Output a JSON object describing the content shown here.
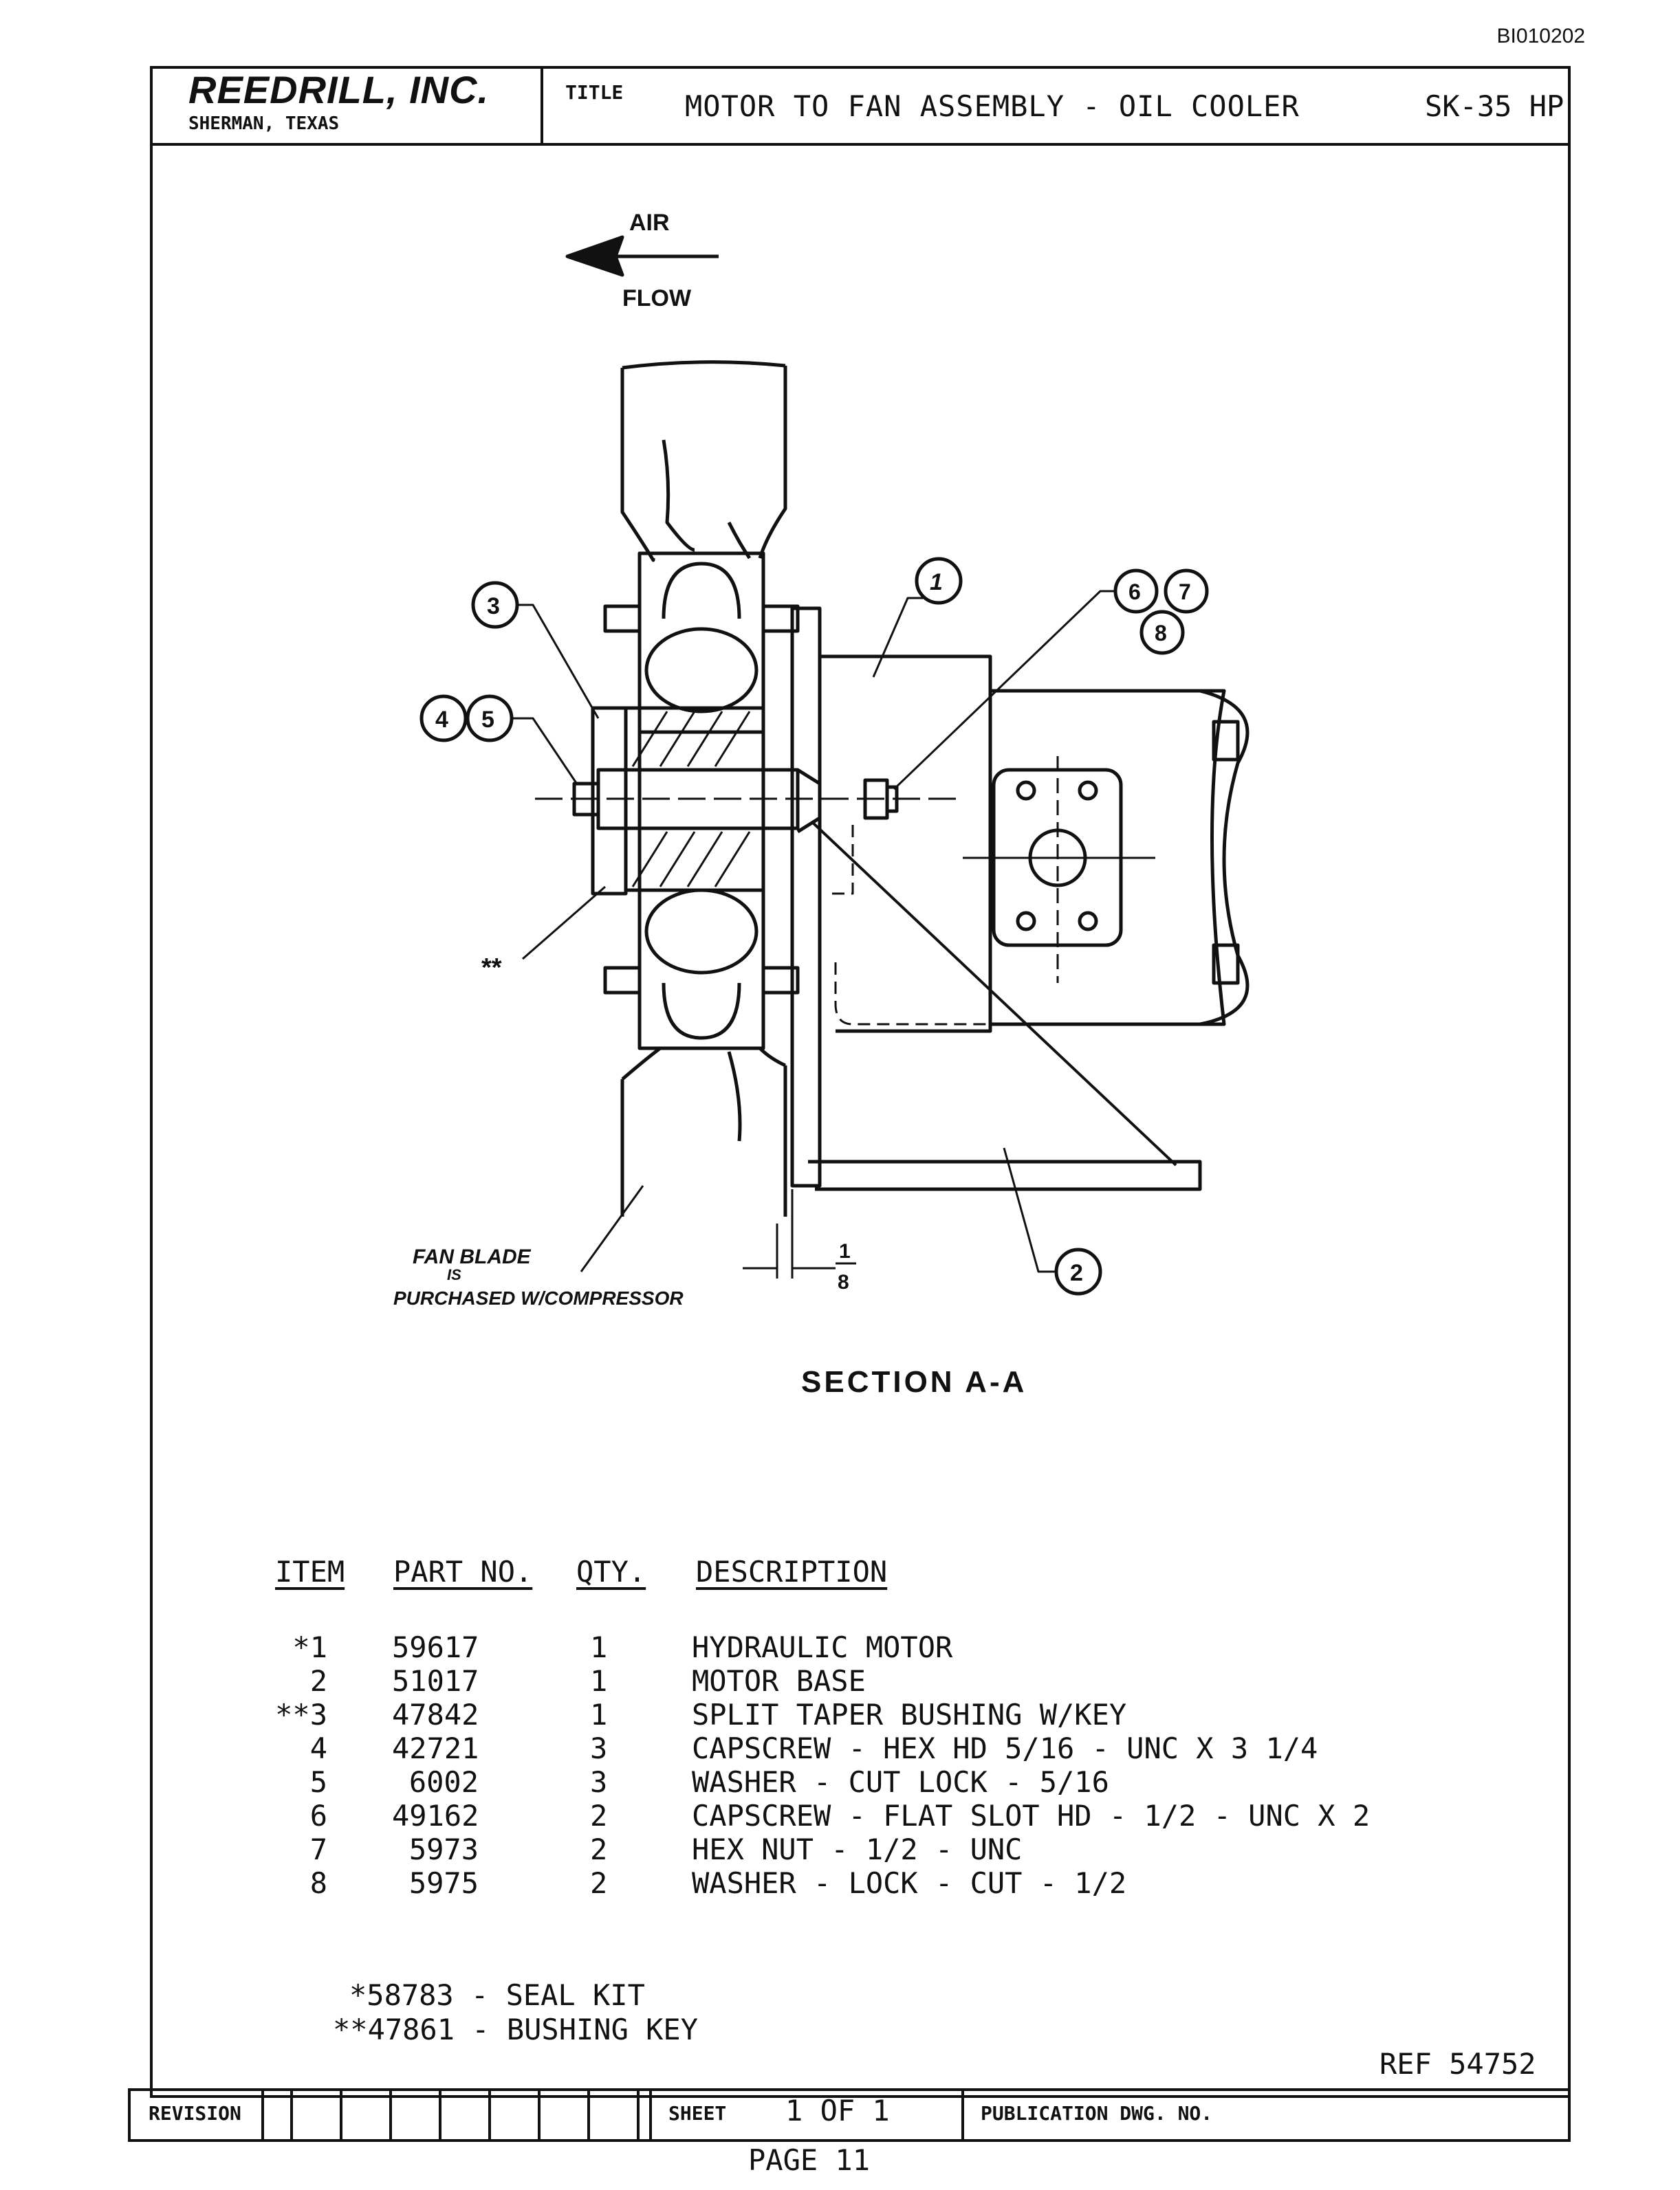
{
  "document_id": "BI010202",
  "header": {
    "company": "REEDRILL, INC.",
    "location": "SHERMAN, TEXAS",
    "title_label": "TITLE",
    "title": "MOTOR TO FAN ASSEMBLY - OIL COOLER",
    "model": "SK-35 HP"
  },
  "drawing": {
    "airflow_top": "AIR",
    "airflow_bottom": "FLOW",
    "callouts": [
      "1",
      "2",
      "3",
      "4",
      "5",
      "6",
      "7",
      "8"
    ],
    "star_callout": "**",
    "fan_note_1": "FAN BLADE",
    "fan_note_2": "IS",
    "fan_note_3": "PURCHASED W/COMPRESSOR",
    "gap_num": "1",
    "gap_den": "8",
    "section_label": "SECTION A-A"
  },
  "parts_table": {
    "headers": {
      "item": "ITEM",
      "part_no": "PART NO.",
      "qty": "QTY.",
      "description": "DESCRIPTION"
    },
    "rows": [
      {
        "item": "*1",
        "part_no": "59617",
        "qty": "1",
        "description": "HYDRAULIC MOTOR"
      },
      {
        "item": "2",
        "part_no": "51017",
        "qty": "1",
        "description": "MOTOR BASE"
      },
      {
        "item": "**3",
        "part_no": "47842",
        "qty": "1",
        "description": "SPLIT TAPER BUSHING W/KEY"
      },
      {
        "item": "4",
        "part_no": "42721",
        "qty": "3",
        "description": "CAPSCREW - HEX HD 5/16 - UNC X 3 1/4"
      },
      {
        "item": "5",
        "part_no": "6002",
        "qty": "3",
        "description": "WASHER - CUT LOCK - 5/16"
      },
      {
        "item": "6",
        "part_no": "49162",
        "qty": "2",
        "description": "CAPSCREW - FLAT SLOT HD - 1/2 - UNC X 2"
      },
      {
        "item": "7",
        "part_no": "5973",
        "qty": "2",
        "description": "HEX NUT - 1/2 - UNC"
      },
      {
        "item": "8",
        "part_no": "5975",
        "qty": "2",
        "description": "WASHER - LOCK - CUT - 1/2"
      }
    ]
  },
  "notes": {
    "seal_kit": "*58783 - SEAL KIT",
    "bushing_key": "**47861 - BUSHING KEY"
  },
  "ref": "REF 54752",
  "footer": {
    "revision_label": "REVISION",
    "sheet_label": "SHEET",
    "sheet_value": "1 OF 1",
    "publication_label": "PUBLICATION DWG. NO.",
    "page": "PAGE 11"
  }
}
